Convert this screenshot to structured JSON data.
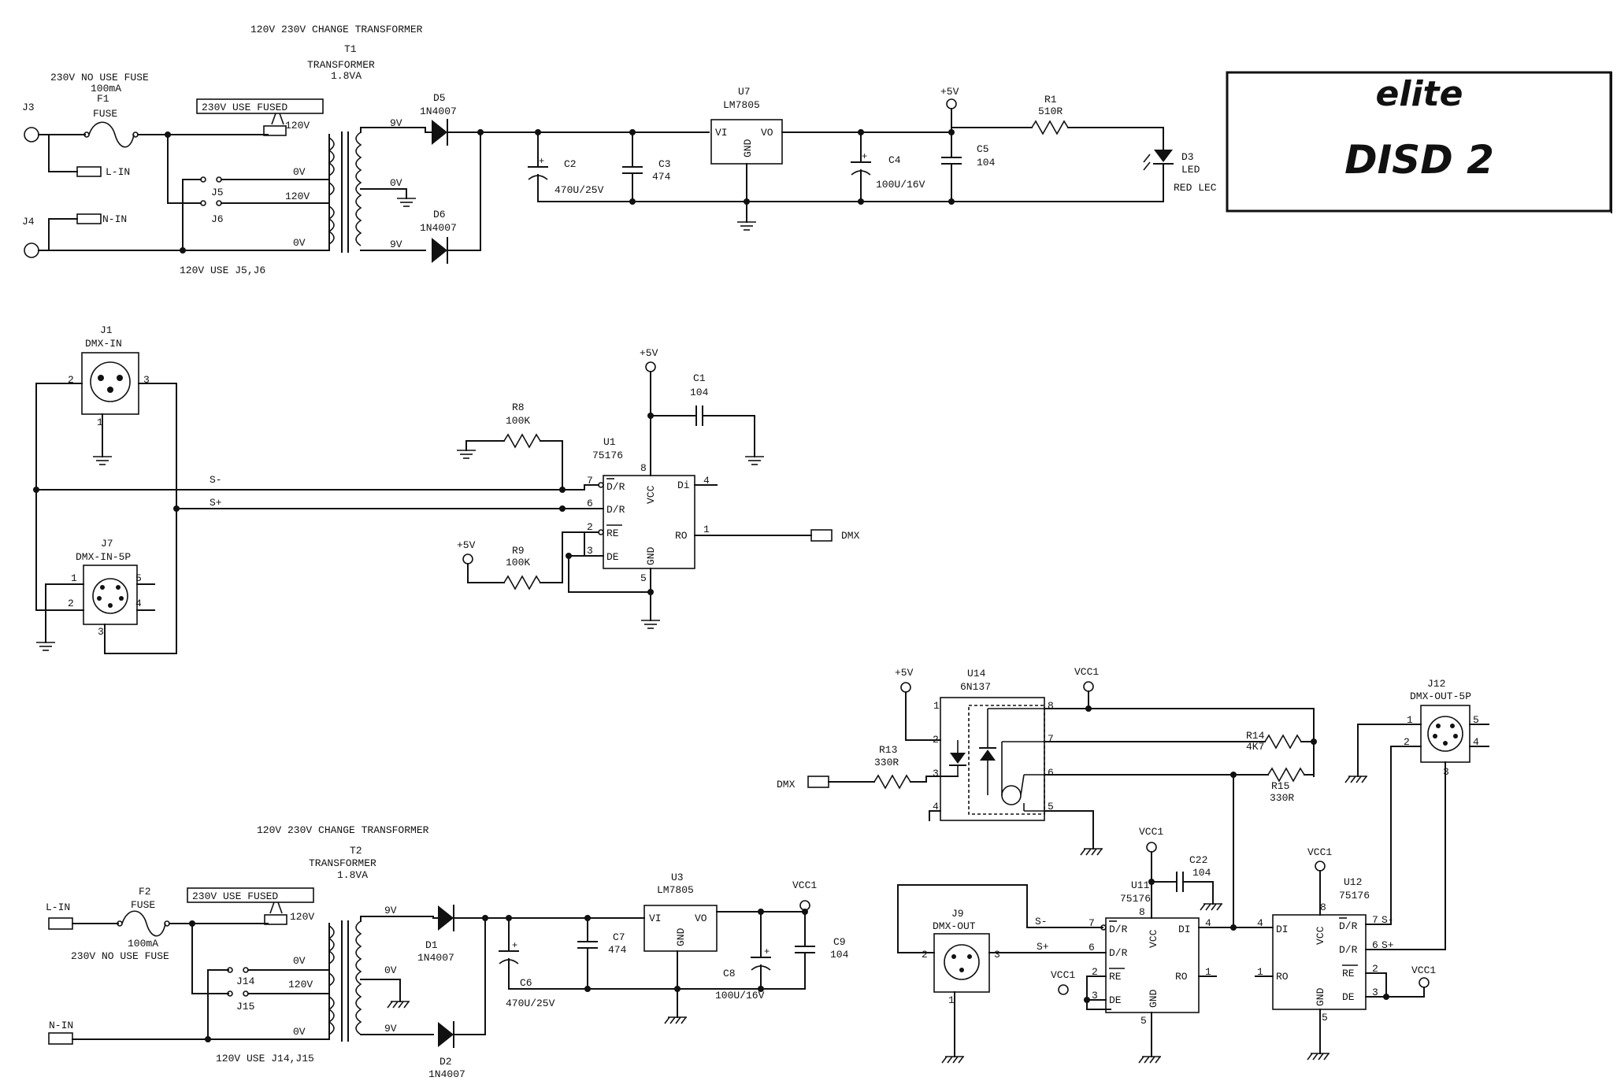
{
  "title_block": {
    "brand": "elite",
    "model": "DISD 2"
  },
  "psu1": {
    "transformer_note": "120V 230V CHANGE TRANSFORMER",
    "fuse_note": "230V NO USE FUSE",
    "fuse_rating": "100mA",
    "fuse_ref": "F1",
    "fuse_name": "FUSE",
    "j3": "J3",
    "j4": "J4",
    "l_in": "L-IN",
    "n_in": "N-IN",
    "fused_box": "230V USE FUSED",
    "tap_120v": "120V",
    "tap_0v_a": "0V",
    "tap_120v_b": "120V",
    "tap_0v_b": "0V",
    "j5": "J5",
    "j6": "J6",
    "jumper_note": "120V USE J5,J6",
    "t_ref": "T1",
    "t_name": "TRANSFORMER",
    "t_va": "1.8VA",
    "sec_9v_a": "9V",
    "sec_0v": "0V",
    "sec_9v_b": "9V",
    "d5_ref": "D5",
    "d5_part": "1N4007",
    "d6_ref": "D6",
    "d6_part": "1N4007",
    "c2_ref": "C2",
    "c2_val": "470U/25V",
    "c3_ref": "C3",
    "c3_val": "474",
    "u7_ref": "U7",
    "u7_part": "LM7805",
    "reg_vi": "VI",
    "reg_vo": "VO",
    "reg_gnd": "GND",
    "c4_ref": "C4",
    "c4_val": "100U/16V",
    "c5_ref": "C5",
    "c5_val": "104",
    "rail": "+5V",
    "r1_ref": "R1",
    "r1_val": "510R",
    "d3_ref": "D3",
    "d3_type": "LED",
    "d3_val": "RED LEC"
  },
  "dmx_in": {
    "j1_ref": "J1",
    "j1_name": "DMX-IN",
    "j7_ref": "J7",
    "j7_name": "DMX-IN-5P",
    "s_minus": "S-",
    "s_plus": "S+",
    "r8_ref": "R8",
    "r8_val": "100K",
    "r9_ref": "R9",
    "r9_val": "100K",
    "rail_a": "+5V",
    "rail_b": "+5V",
    "c1_ref": "C1",
    "c1_val": "104",
    "u1_ref": "U1",
    "u1_part": "75176",
    "pin_dr_bar": "D/R",
    "pin_dr": "D/R",
    "pin_re": "RE",
    "pin_de": "DE",
    "pin_vcc": "VCC",
    "pin_gnd": "GND",
    "pin_di": "Di",
    "pin_ro": "RO",
    "net_dmx": "DMX"
  },
  "opto": {
    "rail": "+5V",
    "vcc1": "VCC1",
    "u14_ref": "U14",
    "u14_part": "6N137",
    "r13_ref": "R13",
    "r13_val": "330R",
    "r14_ref": "R14",
    "r14_val": "4K7",
    "r15_ref": "R15",
    "r15_val": "330R",
    "net_dmx": "DMX"
  },
  "dmx_out": {
    "j9_ref": "J9",
    "j9_name": "DMX-OUT",
    "j12_ref": "J12",
    "j12_name": "DMX-OUT-5P",
    "u11_ref": "U11",
    "u11_part": "75176",
    "u12_ref": "U12",
    "u12_part": "75176",
    "c22_ref": "C22",
    "c22_val": "104",
    "vcc1_a": "VCC1",
    "vcc1_b": "VCC1",
    "vcc1_c": "VCC1",
    "vcc1_d": "VCC1",
    "s_minus": "S-",
    "s_plus": "S+",
    "s_minus_b": "S-",
    "s_plus_b": "S+",
    "pin_dr_bar": "D/R",
    "pin_dr": "D/R",
    "pin_re": "RE",
    "pin_de": "DE",
    "pin_vcc": "VCC",
    "pin_gnd": "GND",
    "pin_di": "DI",
    "pin_ro": "RO"
  },
  "psu2": {
    "transformer_note": "120V 230V CHANGE TRANSFORMER",
    "fuse_ref": "F2",
    "fuse_name": "FUSE",
    "fuse_rating": "100mA",
    "fuse_note": "230V NO USE FUSE",
    "l_in": "L-IN",
    "n_in": "N-IN",
    "fused_box": "230V USE FUSED",
    "tap_120v": "120V",
    "tap_0v_a": "0V",
    "tap_120v_b": "120V",
    "tap_0v_b": "0V",
    "j14": "J14",
    "j15": "J15",
    "jumper_note": "120V USE J14,J15",
    "t_ref": "T2",
    "t_name": "TRANSFORMER",
    "t_va": "1.8VA",
    "sec_9v_a": "9V",
    "sec_0v": "0V",
    "sec_9v_b": "9V",
    "d1_ref": "D1",
    "d1_part": "1N4007",
    "d2_ref": "D2",
    "d2_part": "1N4007",
    "c6_ref": "C6",
    "c6_val": "470U/25V",
    "c7_ref": "C7",
    "c7_val": "474",
    "u3_ref": "U3",
    "u3_part": "LM7805",
    "reg_vi": "VI",
    "reg_vo": "VO",
    "reg_gnd": "GND",
    "c8_ref": "C8",
    "c8_val": "100U/16V",
    "c9_ref": "C9",
    "c9_val": "104",
    "rail": "VCC1"
  }
}
